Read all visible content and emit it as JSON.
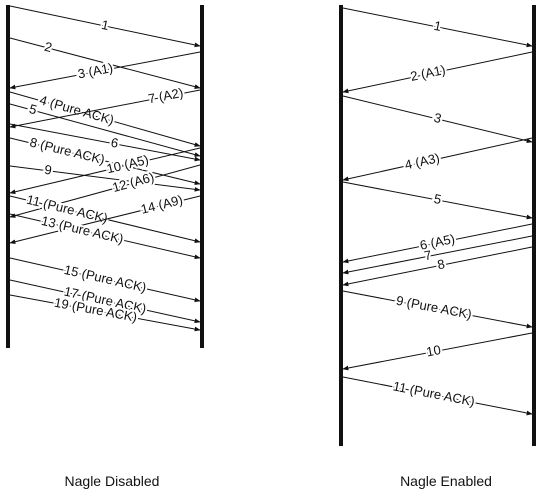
{
  "diagram": {
    "colors": {
      "ink": "#111111",
      "background": "#ffffff"
    },
    "panels": [
      {
        "caption": "Nagle Disabled",
        "messages": [
          {
            "label": "1"
          },
          {
            "label": "2"
          },
          {
            "label": "3 (A1)"
          },
          {
            "label": "4 (Pure ACK)"
          },
          {
            "label": "5"
          },
          {
            "label": "7 (A2)"
          },
          {
            "label": "6"
          },
          {
            "label": "8 (Pure ACK)"
          },
          {
            "label": "9"
          },
          {
            "label": "10 (A5)"
          },
          {
            "label": "12 (A6)"
          },
          {
            "label": "11 (Pure ACK)"
          },
          {
            "label": "14 (A9)"
          },
          {
            "label": "13 (Pure ACK)"
          },
          {
            "label": "15 (Pure ACK)"
          },
          {
            "label": "17 (Pure ACK)"
          },
          {
            "label": "19 (Pure ACK)"
          }
        ]
      },
      {
        "caption": "Nagle Enabled",
        "messages": [
          {
            "label": "1"
          },
          {
            "label": "2 (A1)"
          },
          {
            "label": "3"
          },
          {
            "label": "4 (A3)"
          },
          {
            "label": "5"
          },
          {
            "label": "6 (A5)"
          },
          {
            "label": "7"
          },
          {
            "label": "8"
          },
          {
            "label": "9 (Pure ACK)"
          },
          {
            "label": "10"
          },
          {
            "label": "11 (Pure ACK)"
          }
        ]
      }
    ]
  }
}
